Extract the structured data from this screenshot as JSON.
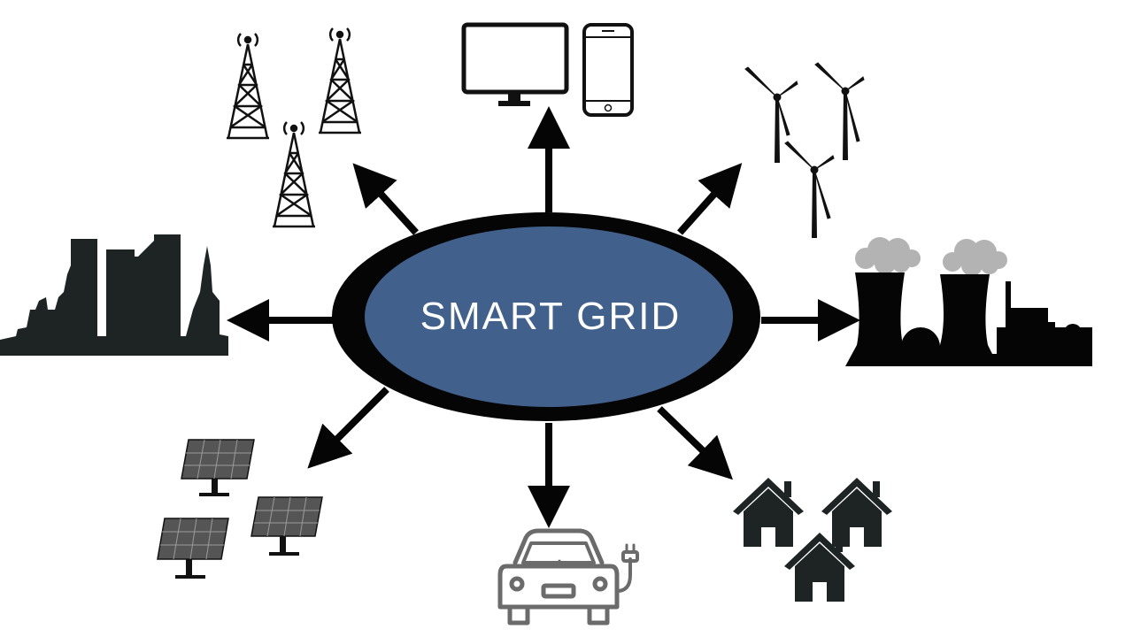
{
  "hub": {
    "label": "SMART GRID"
  },
  "nodes": [
    {
      "id": "towers",
      "icon": "transmission-tower-icon"
    },
    {
      "id": "devices",
      "icon": "monitor-phone-icon"
    },
    {
      "id": "wind",
      "icon": "wind-turbine-icon"
    },
    {
      "id": "city",
      "icon": "city-skyline-icon"
    },
    {
      "id": "power-plant",
      "icon": "power-plant-icon"
    },
    {
      "id": "solar",
      "icon": "solar-panel-icon"
    },
    {
      "id": "ev",
      "icon": "electric-car-icon"
    },
    {
      "id": "homes",
      "icon": "houses-icon"
    }
  ],
  "colors": {
    "hub_fill": "#41618c",
    "hub_ring": "#050505",
    "arrow": "#050505",
    "icon_dark": "#1e2424",
    "smoke": "#b3b3b3",
    "panel_fill": "#555555",
    "panel_grid": "#9a9a9a",
    "car_stroke": "#6b6b6b"
  }
}
